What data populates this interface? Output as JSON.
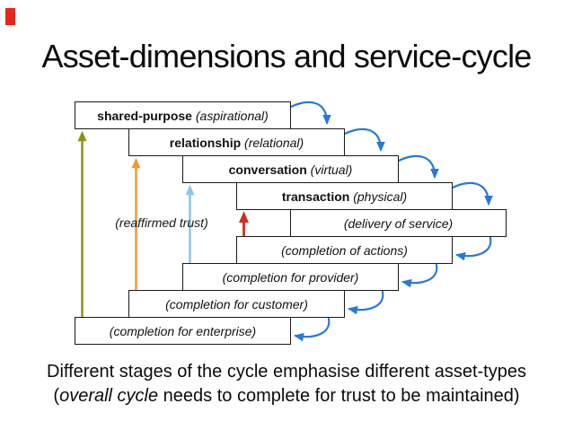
{
  "slide": {
    "title": "Asset-dimensions and service-cycle",
    "caption": {
      "line1": "Different stages of the cycle emphasise different asset-types",
      "line2_open": "(",
      "line2_italic": "overall cycle",
      "line2_rest": " needs to complete for trust to be maintained)"
    }
  },
  "diagram": {
    "side_label": "(reaffirmed trust)",
    "boxes": [
      {
        "name": "shared-purpose",
        "qualifier": "(aspirational)"
      },
      {
        "name": "relationship",
        "qualifier": "(relational)"
      },
      {
        "name": "conversation",
        "qualifier": "(virtual)"
      },
      {
        "name": "transaction",
        "qualifier": "(physical)"
      },
      {
        "name": "",
        "qualifier": "(delivery of service)"
      },
      {
        "name": "",
        "qualifier": "(completion of actions)"
      },
      {
        "name": "",
        "qualifier": "(completion for provider)"
      },
      {
        "name": "",
        "qualifier": "(completion for customer)"
      },
      {
        "name": "",
        "qualifier": "(completion for enterprise)"
      }
    ],
    "colors": {
      "cycle_arrow_blue": "#2579dd",
      "trust_arrow_olive": "#8f8f17",
      "trust_arrow_orange": "#f09b30",
      "trust_arrow_lightblue": "#8cc5ea",
      "trust_arrow_red": "#d22b1f",
      "box_border": "#1a1a1a",
      "corner_marker_red": "#e8251d"
    }
  }
}
